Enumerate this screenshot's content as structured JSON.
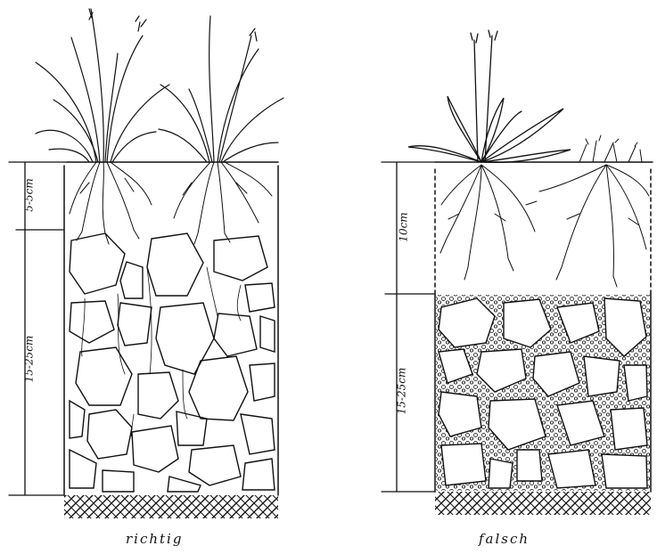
{
  "panels": [
    {
      "caption": "richtig",
      "dimensions": [
        "5-5cm",
        "15-25cm"
      ]
    },
    {
      "caption": "falsch",
      "dimensions": [
        "10cm",
        "15-25cm"
      ]
    }
  ],
  "colors": {
    "ink": "#111111",
    "paper": "#ffffff"
  }
}
